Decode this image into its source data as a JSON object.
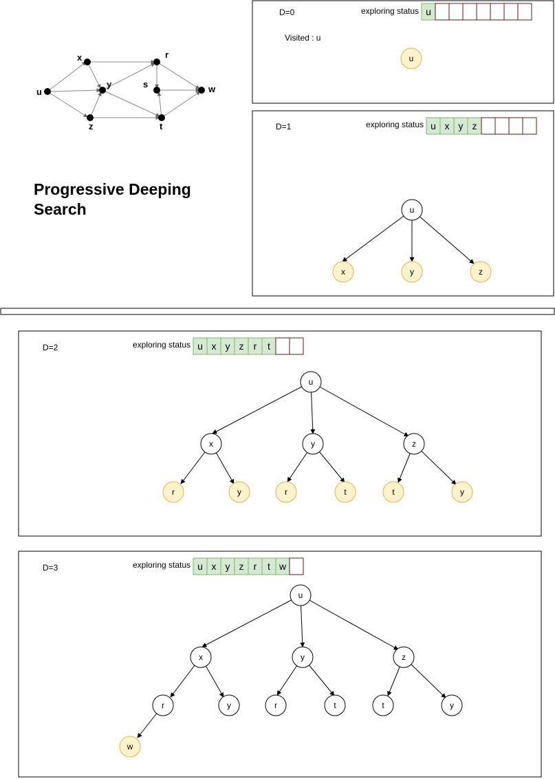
{
  "title_lines": [
    "Progressive Deeping",
    "Search"
  ],
  "graph": {
    "labels": [
      "x",
      "r",
      "u",
      "y",
      "s",
      "w",
      "z",
      "t"
    ]
  },
  "colors": {
    "visited_fill": "#fff2cc",
    "visited_stroke": "#d6b656",
    "cell_fill": "#d5e8d4",
    "cell_stroke": "#82b366",
    "empty_cell_stroke": "#5a1a1a"
  },
  "panels": [
    {
      "depth_label": "D=0",
      "status_label": "exploring status",
      "cells": [
        "u",
        "",
        "",
        "",
        "",
        "",
        "",
        ""
      ],
      "visited_text": "Visited : u",
      "nodes": [
        "u"
      ]
    },
    {
      "depth_label": "D=1",
      "status_label": "exploring status",
      "cells": [
        "u",
        "x",
        "y",
        "z",
        "",
        "",
        "",
        ""
      ],
      "nodes": [
        "u",
        "x",
        "y",
        "z"
      ]
    },
    {
      "depth_label": "D=2",
      "status_label": "exploring status",
      "cells": [
        "u",
        "x",
        "y",
        "z",
        "r",
        "t",
        "",
        ""
      ],
      "nodes": [
        "u",
        "x",
        "y",
        "z",
        "r",
        "y",
        "r",
        "t",
        "t",
        "y"
      ]
    },
    {
      "depth_label": "D=3",
      "status_label": "exploring status",
      "cells": [
        "u",
        "x",
        "y",
        "z",
        "r",
        "t",
        "w",
        ""
      ],
      "nodes": [
        "u",
        "x",
        "y",
        "z",
        "r",
        "y",
        "r",
        "t",
        "t",
        "y",
        "w"
      ]
    }
  ]
}
